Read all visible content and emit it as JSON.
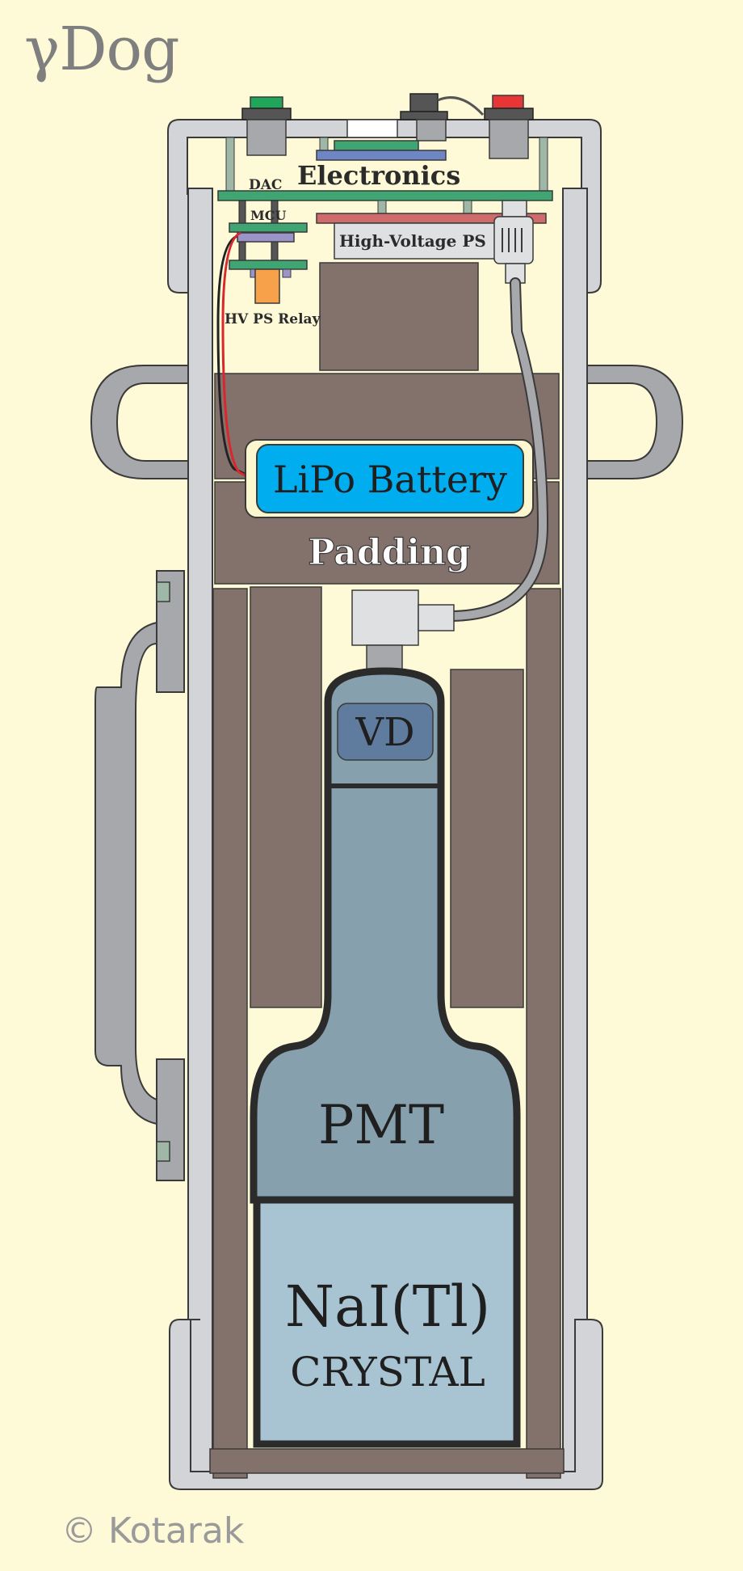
{
  "title": "γDog",
  "copyright": "© Kotarak",
  "labels": {
    "dac": "DAC",
    "electronics": "Electronics",
    "mcu": "MCU",
    "hv_ps": "High-Voltage PS",
    "relay": "HV PS Relay",
    "battery": "LiPo Battery",
    "padding": "Padding",
    "vd": "VD",
    "pmt": "PMT",
    "crystal_line1": "NaI(Tl)",
    "crystal_line2": "CRYSTAL"
  },
  "colors": {
    "background": "#fef9d6",
    "frame": "#d3d4d7",
    "padding": "#83716b",
    "battery": "#00aeef",
    "pmt": "#87a0ad",
    "crystal": "#a8c4d2",
    "vd": "#5f7c9e",
    "pcb": "#3fa572",
    "hv_ps_board": "#cf6b6b",
    "relay": "#f7a14a",
    "green_button": "#1fa65a",
    "red_button": "#e83535",
    "wire_red": "#d9272d"
  }
}
